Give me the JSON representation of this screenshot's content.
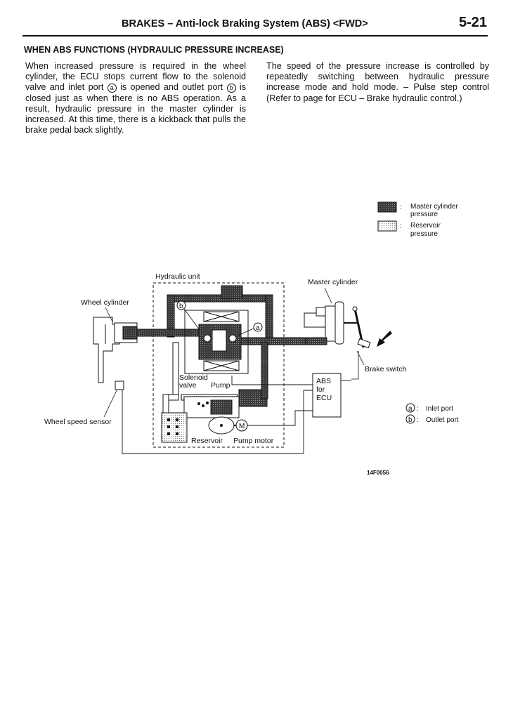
{
  "header": {
    "title": "BRAKES – Anti-lock Braking System (ABS) <FWD>",
    "page_number": "5-21"
  },
  "section": {
    "heading": "WHEN ABS FUNCTIONS (HYDRAULIC PRESSURE INCREASE)"
  },
  "left_column": {
    "part1": "When increased pressure is required in the wheel cylinder, the ECU stops current flow to the solenoid valve and inlet port",
    "part2": "is opened and outlet port",
    "part3": "is closed just as when there is no ABS operation. As a result, hydraulic pressure in the master cylinder is increased. At this time, there is a kickback that pulls the brake pedal back slightly.",
    "marker_a": "a",
    "marker_b": "b"
  },
  "right_column": {
    "text": "The speed of the pressure increase is controlled by repeatedly switching between hydraulic pressure increase mode and hold mode. – Pulse step control (Refer to page for ECU – Brake hydraulic control.)"
  },
  "legend": {
    "master_line1": "Master cylinder",
    "master_line2": "pressure",
    "reservoir_line1": "Reservoir",
    "reservoir_line2": "pressure",
    "separator": ":"
  },
  "diagram": {
    "hydraulic_unit": "Hydraulic unit",
    "master_cylinder": "Master cylinder",
    "wheel_cylinder": "Wheel cylinder",
    "brake_switch": "Brake switch",
    "solenoid_valve_1": "Solenoid",
    "solenoid_valve_2": "valve",
    "pump": "Pump",
    "abs_1": "ABS",
    "abs_2": "for",
    "abs_3": "ECU",
    "wheel_speed_sensor": "Wheel speed sensor",
    "reservoir": "Reservoir",
    "pump_motor": "Pump motor",
    "motor_symbol": "M",
    "marker_a": "a",
    "marker_b": "b",
    "port_legend_a": "Inlet port",
    "port_legend_b": "Outlet port",
    "port_separator": ":",
    "figure_id": "14F0056"
  },
  "colors": {
    "master_pressure": "#2b2b2b",
    "reservoir_pressure": "#cfcfcf"
  }
}
